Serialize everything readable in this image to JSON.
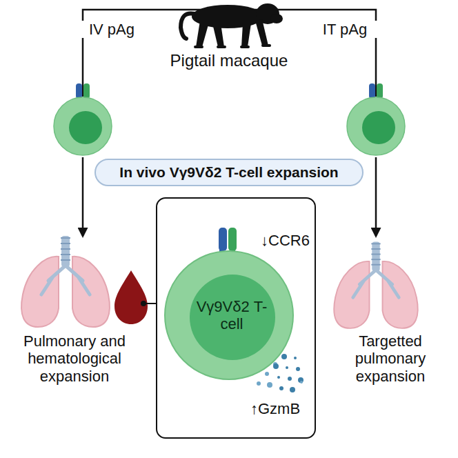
{
  "diagram": {
    "nodes": [
      {
        "text": [
          "In vivo Vγ9Vδ2 T-cell expansion"
        ]
      },
      {
        "text": [
          "↓CCR6",
          "↑GzmB"
        ]
      },
      {
        "text": [
          "Vγ9Vδ2 T-cell"
        ],
        "in": 1
      }
    ],
    "labels": [
      "Pigtail macaque",
      "IV pAg",
      "IT pAg",
      "Pulmonary and hematological expansion",
      "Targetted pulmonary expansion"
    ]
  }
}
